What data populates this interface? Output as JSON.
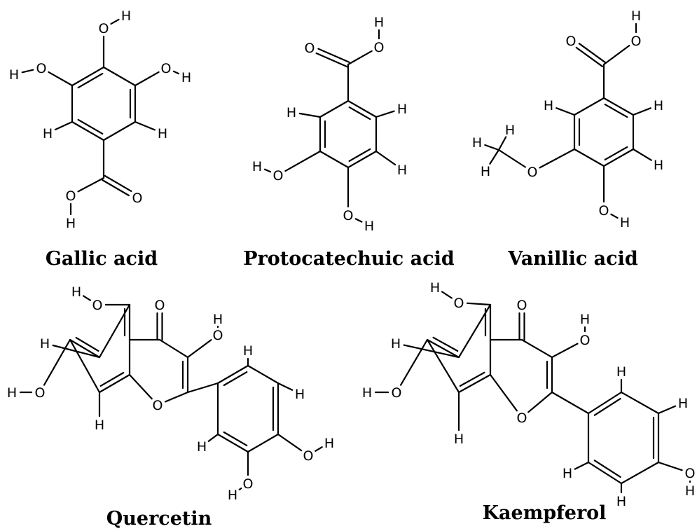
{
  "molecules": [
    {
      "name": "Gallic acid",
      "atoms": {
        "c1": {
          "label": ""
        },
        "c2": {
          "label": ""
        },
        "c3": {
          "label": ""
        },
        "c4": {
          "label": ""
        },
        "c5": {
          "label": ""
        },
        "c6": {
          "label": ""
        },
        "o4": {
          "label": "O"
        },
        "h4": {
          "label": "H"
        },
        "o3": {
          "label": "O"
        },
        "h3": {
          "label": "H"
        },
        "o5": {
          "label": "O"
        },
        "h5": {
          "label": "H"
        },
        "h2": {
          "label": "H"
        },
        "h6": {
          "label": "H"
        },
        "cc": {
          "label": ""
        },
        "od": {
          "label": "O"
        },
        "os": {
          "label": "O"
        },
        "hs": {
          "label": "H"
        }
      },
      "bonds": [
        [
          "c1",
          "c2",
          1
        ],
        [
          "c2",
          "c3",
          2
        ],
        [
          "c3",
          "c4",
          1
        ],
        [
          "c4",
          "c5",
          2
        ],
        [
          "c5",
          "c6",
          1
        ],
        [
          "c6",
          "c1",
          2
        ],
        [
          "c4",
          "o4",
          1
        ],
        [
          "o4",
          "h4",
          1
        ],
        [
          "c3",
          "o3",
          1
        ],
        [
          "o3",
          "h3",
          1
        ],
        [
          "c5",
          "o5",
          1
        ],
        [
          "o5",
          "h5",
          1
        ],
        [
          "c2",
          "h2",
          1
        ],
        [
          "c6",
          "h6",
          1
        ],
        [
          "c1",
          "cc",
          1
        ],
        [
          "cc",
          "od",
          2
        ],
        [
          "cc",
          "os",
          1
        ],
        [
          "os",
          "hs",
          1
        ]
      ]
    },
    {
      "name": "Protocatechuic acid",
      "atoms": {
        "c1": {
          "label": ""
        },
        "c2": {
          "label": ""
        },
        "c3": {
          "label": ""
        },
        "c4": {
          "label": ""
        },
        "c5": {
          "label": ""
        },
        "c6": {
          "label": ""
        },
        "cc": {
          "label": ""
        },
        "od": {
          "label": "O"
        },
        "os": {
          "label": "O"
        },
        "hs": {
          "label": "H"
        },
        "h2": {
          "label": "H"
        },
        "h6": {
          "label": "H"
        },
        "h5": {
          "label": "H"
        },
        "o3": {
          "label": "O"
        },
        "h3": {
          "label": "H"
        },
        "o4": {
          "label": "O"
        },
        "h4": {
          "label": "H"
        }
      },
      "bonds": [
        [
          "c1",
          "c2",
          1
        ],
        [
          "c2",
          "c3",
          2
        ],
        [
          "c3",
          "c4",
          1
        ],
        [
          "c4",
          "c5",
          2
        ],
        [
          "c5",
          "c6",
          1
        ],
        [
          "c6",
          "c1",
          2
        ],
        [
          "c1",
          "cc",
          1
        ],
        [
          "cc",
          "od",
          2
        ],
        [
          "cc",
          "os",
          1
        ],
        [
          "os",
          "hs",
          1
        ],
        [
          "c2",
          "h2",
          1
        ],
        [
          "c6",
          "h6",
          1
        ],
        [
          "c5",
          "h5",
          1
        ],
        [
          "c3",
          "o3",
          1
        ],
        [
          "o3",
          "h3",
          1
        ],
        [
          "c4",
          "o4",
          1
        ],
        [
          "o4",
          "h4",
          1
        ]
      ]
    },
    {
      "name": "Vanillic acid",
      "atoms": {
        "c1": {
          "label": ""
        },
        "c2": {
          "label": ""
        },
        "c3": {
          "label": ""
        },
        "c4": {
          "label": ""
        },
        "c5": {
          "label": ""
        },
        "c6": {
          "label": ""
        },
        "cc": {
          "label": ""
        },
        "od": {
          "label": "O"
        },
        "os": {
          "label": "O"
        },
        "hs": {
          "label": "H"
        },
        "h2": {
          "label": "H"
        },
        "h6": {
          "label": "H"
        },
        "h5": {
          "label": "H"
        },
        "om": {
          "label": "O"
        },
        "cm": {
          "label": ""
        },
        "hm1": {
          "label": "H"
        },
        "hm2": {
          "label": "H"
        },
        "hm3": {
          "label": "H"
        },
        "o4": {
          "label": "O"
        },
        "h4": {
          "label": "H"
        }
      },
      "bonds": [
        [
          "c1",
          "c2",
          1
        ],
        [
          "c2",
          "c3",
          2
        ],
        [
          "c3",
          "c4",
          1
        ],
        [
          "c4",
          "c5",
          2
        ],
        [
          "c5",
          "c6",
          1
        ],
        [
          "c6",
          "c1",
          2
        ],
        [
          "c1",
          "cc",
          1
        ],
        [
          "cc",
          "od",
          2
        ],
        [
          "cc",
          "os",
          1
        ],
        [
          "os",
          "hs",
          1
        ],
        [
          "c2",
          "h2",
          1
        ],
        [
          "c6",
          "h6",
          1
        ],
        [
          "c5",
          "h5",
          1
        ],
        [
          "c3",
          "om",
          1
        ],
        [
          "om",
          "cm",
          1
        ],
        [
          "cm",
          "hm1",
          1
        ],
        [
          "cm",
          "hm2",
          1
        ],
        [
          "cm",
          "hm3",
          1
        ],
        [
          "c4",
          "o4",
          1
        ],
        [
          "o4",
          "h4",
          1
        ]
      ]
    },
    {
      "name": "Quercetin",
      "atoms": {
        "c4a": {
          "label": ""
        },
        "c5": {
          "label": ""
        },
        "c6": {
          "label": ""
        },
        "c7": {
          "label": ""
        },
        "c8": {
          "label": ""
        },
        "c8a": {
          "label": ""
        },
        "c4": {
          "label": ""
        },
        "c3": {
          "label": ""
        },
        "c2": {
          "label": ""
        },
        "o1": {
          "label": "O"
        },
        "o4": {
          "label": "O"
        },
        "o3": {
          "label": "O"
        },
        "h3": {
          "label": "H"
        },
        "o5": {
          "label": "O"
        },
        "h5": {
          "label": "H"
        },
        "h6": {
          "label": "H"
        },
        "o7": {
          "label": "O"
        },
        "h7": {
          "label": "H"
        },
        "h8": {
          "label": "H"
        },
        "b1": {
          "label": ""
        },
        "b2": {
          "label": ""
        },
        "b3": {
          "label": ""
        },
        "b4": {
          "label": ""
        },
        "b5": {
          "label": ""
        },
        "b6": {
          "label": ""
        },
        "hb2": {
          "label": "H"
        },
        "hb3": {
          "label": "H"
        },
        "ob4": {
          "label": "O"
        },
        "hob4": {
          "label": "H"
        },
        "ob5": {
          "label": "O"
        },
        "hob5": {
          "label": "H"
        },
        "hb6": {
          "label": "H"
        }
      },
      "bonds": [
        [
          "c4a",
          "c5",
          2
        ],
        [
          "c5",
          "c6",
          1
        ],
        [
          "c6",
          "c7",
          2
        ],
        [
          "c7",
          "c8",
          1
        ],
        [
          "c8",
          "c8a",
          2
        ],
        [
          "c8a",
          "c4a",
          1
        ],
        [
          "c4a",
          "c4",
          1
        ],
        [
          "c4",
          "c3",
          1
        ],
        [
          "c3",
          "c2",
          2
        ],
        [
          "c2",
          "o1",
          1
        ],
        [
          "o1",
          "c8a",
          1
        ],
        [
          "c4",
          "o4",
          2
        ],
        [
          "c3",
          "o3",
          1
        ],
        [
          "o3",
          "h3",
          1
        ],
        [
          "c5",
          "o5",
          1
        ],
        [
          "o5",
          "h5",
          1
        ],
        [
          "c6",
          "h6",
          1
        ],
        [
          "c7",
          "o7",
          1
        ],
        [
          "o7",
          "h7",
          1
        ],
        [
          "c8",
          "h8",
          1
        ],
        [
          "c2",
          "b1",
          1
        ],
        [
          "b1",
          "b2",
          2
        ],
        [
          "b2",
          "b3",
          1
        ],
        [
          "b3",
          "b4",
          2
        ],
        [
          "b4",
          "b5",
          1
        ],
        [
          "b5",
          "b6",
          2
        ],
        [
          "b6",
          "b1",
          1
        ],
        [
          "b2",
          "hb2",
          1
        ],
        [
          "b3",
          "hb3",
          1
        ],
        [
          "b4",
          "ob4",
          1
        ],
        [
          "ob4",
          "hob4",
          1
        ],
        [
          "b5",
          "ob5",
          1
        ],
        [
          "ob5",
          "hob5",
          1
        ],
        [
          "b6",
          "hb6",
          1
        ]
      ]
    },
    {
      "name": "Kaempferol",
      "atoms": {
        "c4a": {
          "label": ""
        },
        "c5": {
          "label": ""
        },
        "c6": {
          "label": ""
        },
        "c7": {
          "label": ""
        },
        "c8": {
          "label": ""
        },
        "c8a": {
          "label": ""
        },
        "c4": {
          "label": ""
        },
        "c3": {
          "label": ""
        },
        "c2": {
          "label": ""
        },
        "o1": {
          "label": "O"
        },
        "o4": {
          "label": "O"
        },
        "o3": {
          "label": "O"
        },
        "h3": {
          "label": "H"
        },
        "o5": {
          "label": "O"
        },
        "h5": {
          "label": "H"
        },
        "h6": {
          "label": "H"
        },
        "o7": {
          "label": "O"
        },
        "h7": {
          "label": "H"
        },
        "h8": {
          "label": "H"
        },
        "b1": {
          "label": ""
        },
        "b2": {
          "label": ""
        },
        "b3": {
          "label": ""
        },
        "b4": {
          "label": ""
        },
        "b5": {
          "label": ""
        },
        "b6": {
          "label": ""
        },
        "hb2": {
          "label": "H"
        },
        "hb3": {
          "label": "H"
        },
        "ob4": {
          "label": "O"
        },
        "hob4": {
          "label": "H"
        },
        "hb5": {
          "label": "H"
        },
        "hb6": {
          "label": "H"
        }
      },
      "bonds": [
        [
          "c4a",
          "c5",
          2
        ],
        [
          "c5",
          "c6",
          1
        ],
        [
          "c6",
          "c7",
          2
        ],
        [
          "c7",
          "c8",
          1
        ],
        [
          "c8",
          "c8a",
          2
        ],
        [
          "c8a",
          "c4a",
          1
        ],
        [
          "c4a",
          "c4",
          1
        ],
        [
          "c4",
          "c3",
          1
        ],
        [
          "c3",
          "c2",
          2
        ],
        [
          "c2",
          "o1",
          1
        ],
        [
          "o1",
          "c8a",
          1
        ],
        [
          "c4",
          "o4",
          2
        ],
        [
          "c3",
          "o3",
          1
        ],
        [
          "o3",
          "h3",
          1
        ],
        [
          "c5",
          "o5",
          1
        ],
        [
          "o5",
          "h5",
          1
        ],
        [
          "c6",
          "h6",
          1
        ],
        [
          "c7",
          "o7",
          1
        ],
        [
          "o7",
          "h7",
          1
        ],
        [
          "c8",
          "h8",
          1
        ],
        [
          "c2",
          "b1",
          1
        ],
        [
          "b1",
          "b2",
          2
        ],
        [
          "b2",
          "b3",
          1
        ],
        [
          "b3",
          "b4",
          2
        ],
        [
          "b4",
          "b5",
          1
        ],
        [
          "b5",
          "b6",
          2
        ],
        [
          "b6",
          "b1",
          1
        ],
        [
          "b2",
          "hb2",
          1
        ],
        [
          "b3",
          "hb3",
          1
        ],
        [
          "b4",
          "ob4",
          1
        ],
        [
          "ob4",
          "hob4",
          1
        ],
        [
          "b5",
          "hb5",
          1
        ],
        [
          "b6",
          "hb6",
          1
        ]
      ]
    }
  ]
}
